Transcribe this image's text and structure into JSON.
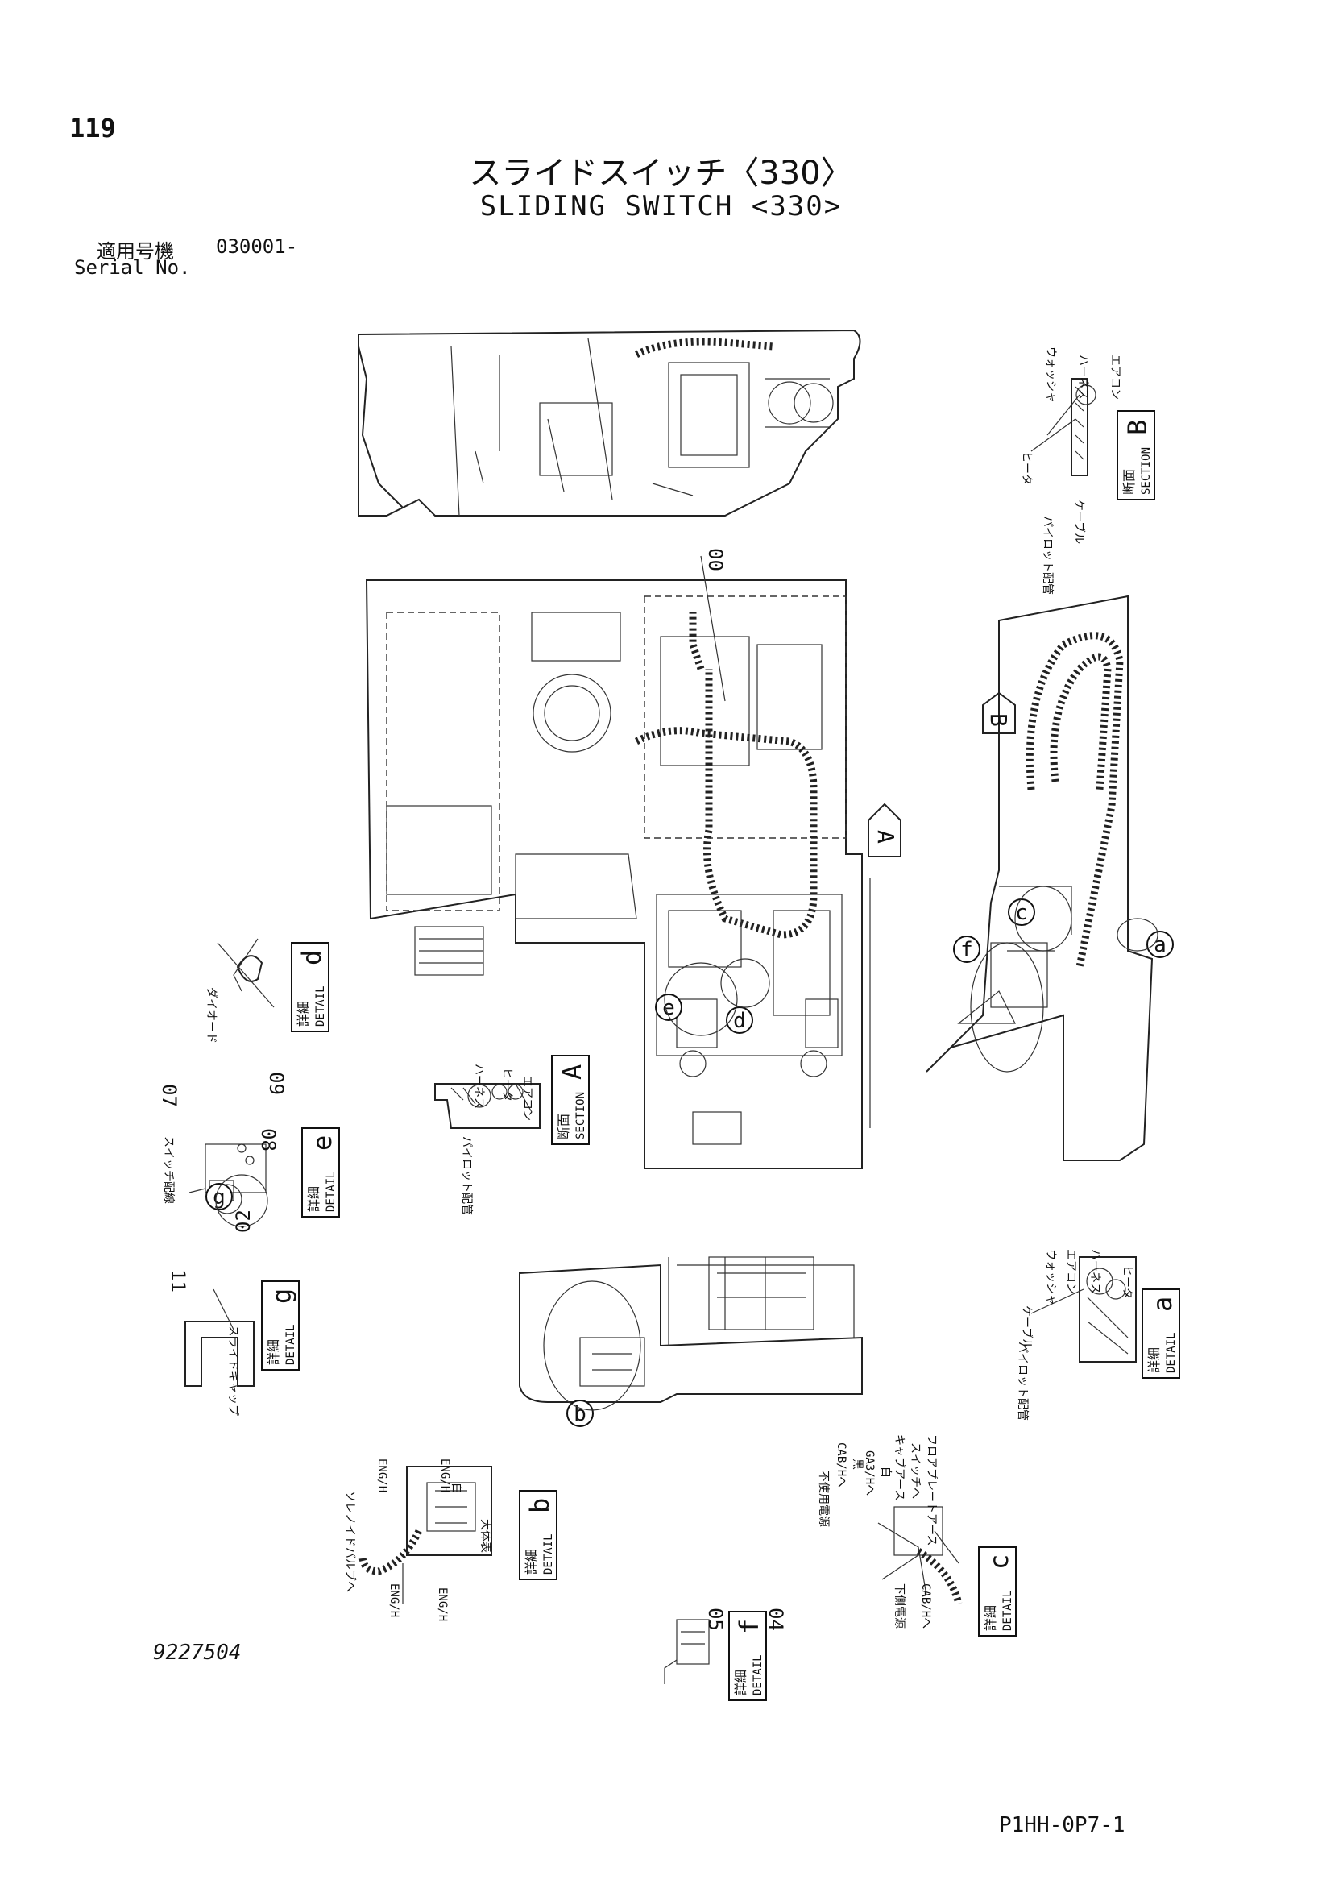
{
  "page_number": "119",
  "title_jp": "スライドスイッチ〈330〉",
  "title_en": "SLIDING SWITCH <330>",
  "serial_label_jp": "適用号機",
  "serial_range": "030001-",
  "serial_label_en": "Serial No.",
  "drawing_number": "9227504",
  "part_number": "P1HH-0P7-1",
  "item_numbers": [
    "00",
    "02",
    "04",
    "05",
    "07",
    "08",
    "09",
    "11"
  ],
  "view_arrows": {
    "a": "A",
    "b": "B"
  },
  "detail_markers": [
    "a",
    "b",
    "c",
    "d",
    "e",
    "f",
    "g"
  ],
  "section_boxes": {
    "A": {
      "jp": "断面",
      "en": "SECTION",
      "letter": "A"
    },
    "B": {
      "jp": "断面",
      "en": "SECTION",
      "letter": "B"
    }
  },
  "detail_boxes": {
    "a": {
      "jp": "詳細",
      "en": "DETAIL",
      "letter": "a"
    },
    "b": {
      "jp": "詳細",
      "en": "DETAIL",
      "letter": "b"
    },
    "c": {
      "jp": "詳細",
      "en": "DETAIL",
      "letter": "c"
    },
    "d": {
      "jp": "詳細",
      "en": "DETAIL",
      "letter": "d"
    },
    "e": {
      "jp": "詳細",
      "en": "DETAIL",
      "letter": "e"
    },
    "f": {
      "jp": "詳細",
      "en": "DETAIL",
      "letter": "f"
    },
    "g": {
      "jp": "詳細",
      "en": "DETAIL",
      "letter": "g"
    }
  },
  "labels": {
    "harness": "ハーネス",
    "heater": "ヒータ",
    "aircon": "エアコン",
    "washer": "ウォッシャ",
    "pilot_piping": "パイロット配管",
    "cable": "ケーブル",
    "diode": "ダイオード",
    "switch_piping": "スイッチ配線",
    "slide_cap": "スライドキャップ",
    "eng_h": "ENG/H",
    "eng_h_white": "白",
    "solenoid_valve": "ソレノイドバルブへ",
    "cab_h": "CAB/Hへ",
    "cab_h_black": "黒",
    "ga3_h": "GA3/Hへ",
    "ga3_white": "白",
    "cab_earth": "キャブアース",
    "switch_to": "スイッチへ",
    "floor_plate_earth": "フロアプレートアース",
    "unused_power": "不使用電源",
    "lower_power": "下側電源",
    "lower_earth": "大体表"
  }
}
